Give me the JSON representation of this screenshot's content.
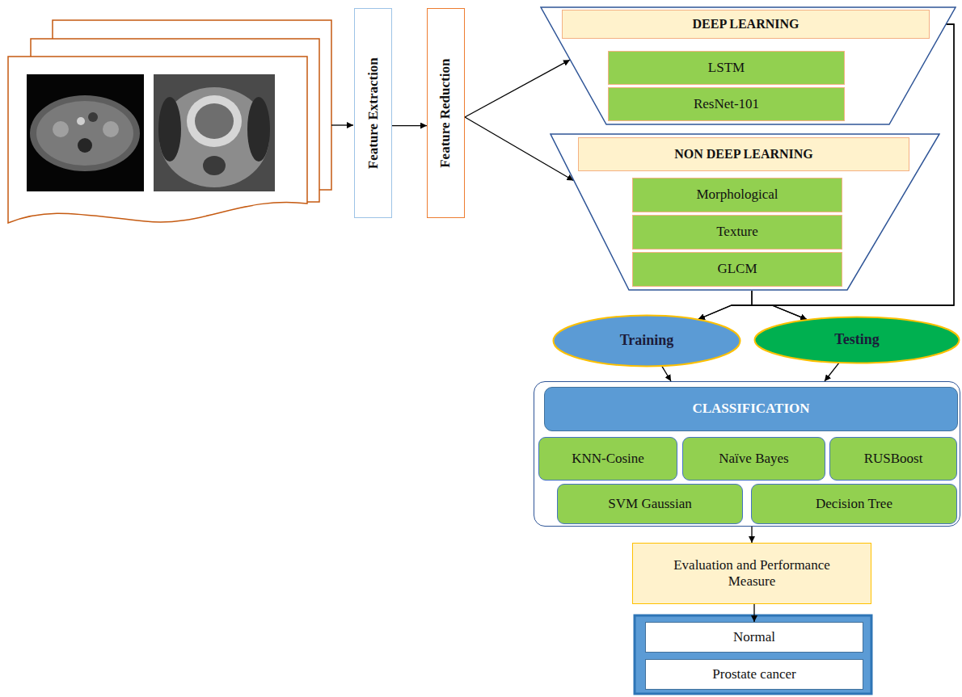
{
  "diagram": {
    "nodes": [
      {
        "text": [
          "Feature Extraction"
        ]
      },
      {
        "text": [
          "Feature Reduction"
        ]
      },
      {
        "text": [
          "DEEP LEARNING"
        ]
      },
      {
        "text": [
          "LSTM"
        ],
        "in": 2
      },
      {
        "text": [
          "ResNet-101"
        ],
        "in": 2
      },
      {
        "text": [
          "NON DEEP LEARNING"
        ]
      },
      {
        "text": [
          "Morphological"
        ],
        "in": 5
      },
      {
        "text": [
          "Texture"
        ],
        "in": 5
      },
      {
        "text": [
          "GLCM"
        ],
        "in": 5
      },
      {
        "text": [
          "Training"
        ]
      },
      {
        "text": [
          "Testing"
        ]
      },
      {
        "text": [
          "CLASSIFICATION"
        ]
      },
      {
        "text": [
          "KNN-Cosine"
        ],
        "in": 11
      },
      {
        "text": [
          "Naïve Bayes"
        ],
        "in": 11
      },
      {
        "text": [
          "RUSBoost"
        ],
        "in": 11
      },
      {
        "text": [
          "SVM Gaussian"
        ],
        "in": 11
      },
      {
        "text": [
          "Decision Tree"
        ],
        "in": 11
      },
      {
        "text": [
          "Evaluation and Performance Measure"
        ]
      },
      {
        "text": [
          "Normal"
        ]
      },
      {
        "text": [
          "Prostate cancer"
        ]
      }
    ],
    "edges": [
      {
        "from": 0,
        "to": 1,
        "arrow": "to"
      },
      {
        "from": 1,
        "to": 2,
        "arrow": "to"
      },
      {
        "from": 1,
        "to": 5,
        "arrow": "to"
      },
      {
        "from": 2,
        "to": 9,
        "arrow": "to"
      },
      {
        "from": 2,
        "to": 10,
        "arrow": "to"
      },
      {
        "from": 5,
        "to": 9,
        "arrow": "to"
      },
      {
        "from": 5,
        "to": 10,
        "arrow": "to"
      },
      {
        "from": 9,
        "to": 11,
        "arrow": "to"
      },
      {
        "from": 10,
        "to": 11,
        "arrow": "to"
      },
      {
        "from": 11,
        "to": 17,
        "arrow": "to"
      },
      {
        "from": 17,
        "to": 18,
        "arrow": "to"
      }
    ]
  }
}
